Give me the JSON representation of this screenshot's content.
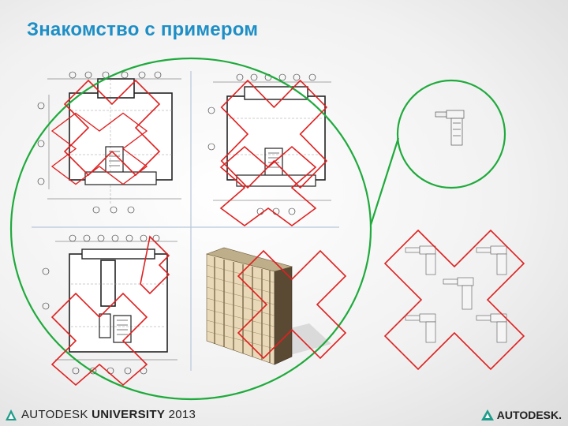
{
  "slide": {
    "title": "Знакомство с примером"
  },
  "colors": {
    "title": "#1e8fc6",
    "reject_cross": "#e02020",
    "accept_circle": "#1faa3c"
  },
  "footer": {
    "left_logo_word1": "AUTODESK",
    "left_logo_word2": "UNIVERSITY",
    "left_logo_year": "2013",
    "right_logo": "AUTODESK."
  },
  "icons": {
    "left": "autodesk-university-triangle-icon",
    "right": "autodesk-triangle-icon"
  }
}
